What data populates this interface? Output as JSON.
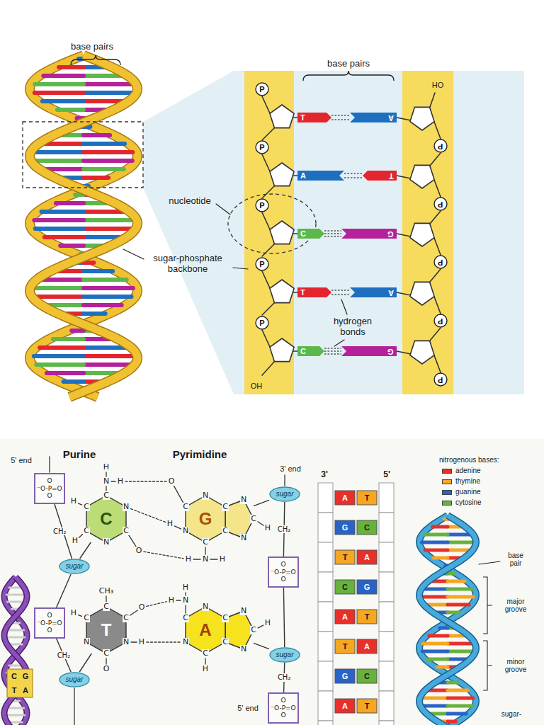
{
  "diagram": {
    "nodes": [
      {
        "text": [
          "P"
        ]
      },
      {
        "text": [
          "T"
        ]
      },
      {
        "text": [
          "A"
        ]
      },
      {
        "text": [
          "P"
        ]
      },
      {
        "text": [
          "P"
        ]
      },
      {
        "text": [
          "A"
        ]
      },
      {
        "text": [
          "T"
        ]
      },
      {
        "text": [
          "P"
        ]
      },
      {
        "text": [
          "P"
        ]
      },
      {
        "text": [
          "C"
        ]
      },
      {
        "text": [
          "G"
        ]
      },
      {
        "text": [
          "P"
        ]
      },
      {
        "text": [
          "P"
        ]
      },
      {
        "text": [
          "T"
        ]
      },
      {
        "text": [
          "A"
        ]
      },
      {
        "text": [
          "P"
        ]
      },
      {
        "text": [
          "P"
        ]
      },
      {
        "text": [
          "C"
        ]
      },
      {
        "text": [
          "G"
        ]
      },
      {
        "text": [
          "P"
        ]
      },
      {
        "text": [
          "C"
        ]
      },
      {
        "text": [
          "G"
        ]
      },
      {
        "text": [
          "T"
        ]
      },
      {
        "text": [
          "A"
        ]
      },
      {
        "text": [
          "sugar"
        ]
      },
      {
        "text": [
          "sugar"
        ]
      },
      {
        "text": [
          "sugar"
        ]
      },
      {
        "text": [
          "sugar"
        ]
      },
      {
        "text": [
          "O",
          "⁻O-P=O",
          "O"
        ]
      },
      {
        "text": [
          "O",
          "⁻O-P=O",
          "O"
        ]
      },
      {
        "text": [
          "O",
          "⁻O-P=O",
          "O"
        ]
      },
      {
        "text": [
          "O",
          "⁻O-P=O",
          "O"
        ]
      },
      {
        "text": [
          "A"
        ]
      },
      {
        "text": [
          "T"
        ]
      },
      {
        "text": [
          "G"
        ]
      },
      {
        "text": [
          "C"
        ]
      },
      {
        "text": [
          "T"
        ]
      },
      {
        "text": [
          "A"
        ]
      },
      {
        "text": [
          "C"
        ]
      },
      {
        "text": [
          "G"
        ]
      },
      {
        "text": [
          "A"
        ]
      },
      {
        "text": [
          "T"
        ]
      },
      {
        "text": [
          "T"
        ]
      },
      {
        "text": [
          "A"
        ]
      },
      {
        "text": [
          "G"
        ]
      },
      {
        "text": [
          "C"
        ]
      },
      {
        "text": [
          "A"
        ]
      },
      {
        "text": [
          "T"
        ]
      }
    ],
    "edges": [
      {
        "from": 1,
        "to": 2,
        "arrow": "none"
      },
      {
        "from": 5,
        "to": 6,
        "arrow": "none"
      },
      {
        "from": 9,
        "to": 10,
        "arrow": "none"
      },
      {
        "from": 13,
        "to": 14,
        "arrow": "none"
      },
      {
        "from": 17,
        "to": 18,
        "arrow": "none"
      },
      {
        "from": 28,
        "to": 24,
        "arrow": "none",
        "label": "CH₂"
      },
      {
        "from": 24,
        "to": 29,
        "arrow": "none"
      },
      {
        "from": 29,
        "to": 26,
        "arrow": "none",
        "label": "CH₂"
      },
      {
        "from": 25,
        "to": 30,
        "arrow": "none",
        "label": "CH₂"
      },
      {
        "from": 30,
        "to": 27,
        "arrow": "none"
      },
      {
        "from": 27,
        "to": 31,
        "arrow": "none",
        "label": "CH₂"
      },
      {
        "from": 20,
        "to": 24,
        "arrow": "none"
      },
      {
        "from": 21,
        "to": 25,
        "arrow": "none"
      },
      {
        "from": 22,
        "to": 26,
        "arrow": "none"
      },
      {
        "from": 23,
        "to": 27,
        "arrow": "none"
      }
    ],
    "labels": [
      "base pairs",
      "base pairs",
      "HO",
      "nucleotide",
      "sugar-phosphate backbone",
      "hydrogen bonds",
      "OH",
      "Purine",
      "Pyrimidine",
      "5' end",
      "3' end",
      "3'",
      "5'",
      "nitrogenous bases:",
      "base pair",
      "major groove",
      "minor groove",
      "sugar-",
      "5' end",
      "C",
      "G",
      "T",
      "A",
      "C",
      "N",
      "C",
      "N",
      "C",
      "C",
      "N",
      "H",
      "H",
      "O",
      "H",
      "H",
      "C",
      "N",
      "C",
      "C",
      "C",
      "N",
      "O",
      "H",
      "N",
      "H",
      "H",
      "N",
      "C",
      "N",
      "H",
      "C",
      "C",
      "N",
      "C",
      "N",
      "C",
      "O",
      "H",
      "O",
      "H",
      "CH₃",
      "C",
      "N",
      "C",
      "C",
      "C",
      "N",
      "N",
      "H",
      "H",
      "H",
      "N",
      "C",
      "N",
      "H"
    ],
    "legend": [
      {
        "text": "adenine",
        "color": "#e8302a"
      },
      {
        "text": "thymine",
        "color": "#f5a623"
      },
      {
        "text": "guanine",
        "color": "#2a63c6"
      },
      {
        "text": "cytosine",
        "color": "#66b23c"
      }
    ]
  }
}
